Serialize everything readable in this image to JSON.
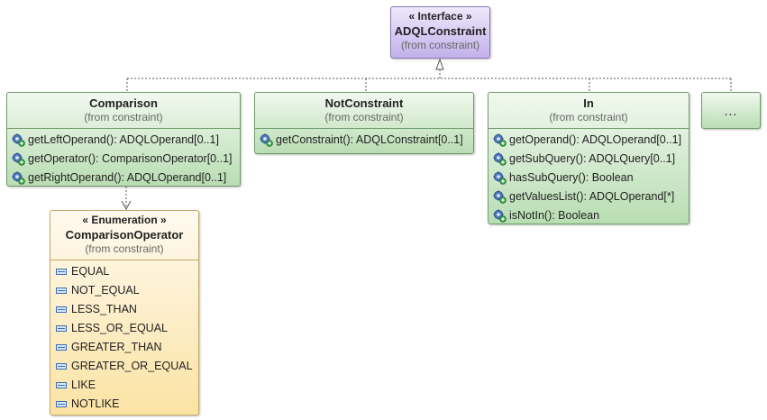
{
  "interface": {
    "stereotype": "« Interface »",
    "name": "ADQLConstraint",
    "from": "(from constraint)"
  },
  "comparison": {
    "name": "Comparison",
    "from": "(from constraint)",
    "members": [
      "getLeftOperand(): ADQLOperand[0..1]",
      "getOperator(): ComparisonOperator[0..1]",
      "getRightOperand(): ADQLOperand[0..1]"
    ]
  },
  "not_constraint": {
    "name": "NotConstraint",
    "from": "(from constraint)",
    "members": [
      "getConstraint(): ADQLConstraint[0..1]"
    ]
  },
  "in": {
    "name": "In",
    "from": "(from constraint)",
    "members": [
      "getOperand(): ADQLOperand[0..1]",
      "getSubQuery(): ADQLQuery[0..1]",
      "hasSubQuery(): Boolean",
      "getValuesList(): ADQLOperand[*]",
      "isNotIn(): Boolean"
    ]
  },
  "more": {
    "label": "..."
  },
  "enumeration": {
    "stereotype": "« Enumeration »",
    "name": "ComparisonOperator",
    "from": "(from constraint)",
    "literals": [
      "EQUAL",
      "NOT_EQUAL",
      "LESS_THAN",
      "LESS_OR_EQUAL",
      "GREATER_THAN",
      "GREATER_OR_EQUAL",
      "LIKE",
      "NOTLIKE"
    ]
  },
  "icons": {
    "method": "method-gear-icon",
    "literal": "enum-literal-icon"
  },
  "colors": {
    "class_fill": "#b9ddb3",
    "interface_fill": "#c2b1ea",
    "enum_fill": "#fbe3a4"
  }
}
